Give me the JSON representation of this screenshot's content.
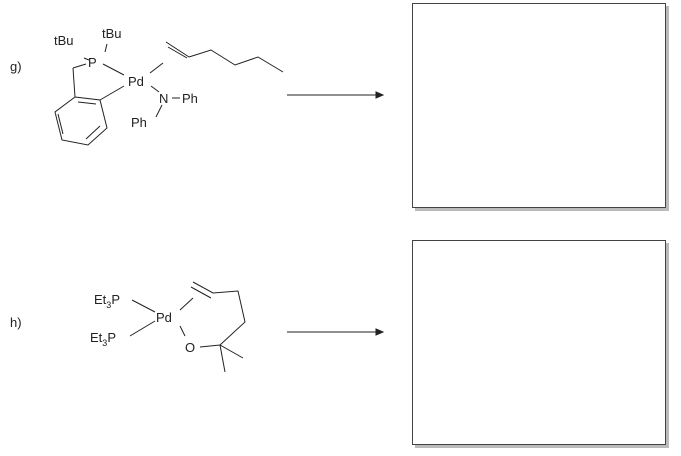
{
  "reactions": [
    {
      "label": "g)",
      "reactant_labels": {
        "tbu1": "tBu",
        "tbu2": "tBu",
        "p": "P",
        "pd": "Pd",
        "n": "N",
        "ph1": "Ph",
        "ph2": "Ph"
      }
    },
    {
      "label": "h)",
      "reactant_labels": {
        "et3p1": "Et",
        "et3p2": "Et",
        "sub": "3",
        "p": "P",
        "pd": "Pd",
        "o": "O"
      }
    }
  ]
}
